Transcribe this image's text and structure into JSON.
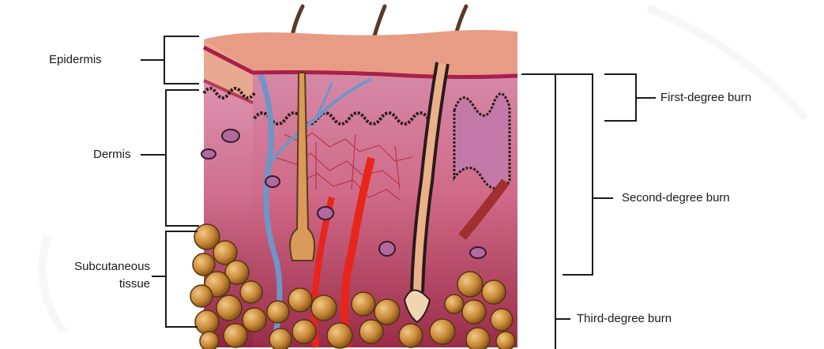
{
  "left_labels": {
    "epidermis": "Epidermis",
    "dermis": "Dermis",
    "subcutaneous_line1": "Subcutaneous",
    "subcutaneous_line2": "tissue"
  },
  "right_labels": {
    "first_degree": "First-degree burn",
    "second_degree": "Second-degree burn",
    "third_degree": "Third-degree burn"
  },
  "colors": {
    "epidermis": "#e9a08a",
    "dermis_top": "#c96b86",
    "dermis_bottom": "#a83a55",
    "fat": "#c98a3a",
    "artery": "#e8251a",
    "vein": "#6f95c8",
    "line": "#1a1a1a"
  }
}
